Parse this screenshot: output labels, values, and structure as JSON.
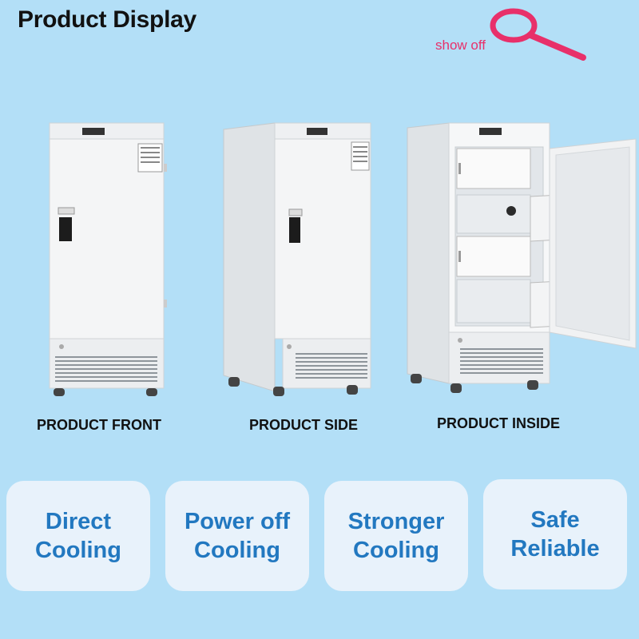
{
  "header": {
    "title": "Product Display",
    "badge_label": "show off",
    "badge_icon": "magnifier-icon",
    "badge_color": "#e8306a"
  },
  "products": [
    {
      "caption": "PRODUCT FRONT"
    },
    {
      "caption": "PRODUCT SIDE"
    },
    {
      "caption": "PRODUCT INSIDE"
    }
  ],
  "features": [
    {
      "label": "Direct\nCooling"
    },
    {
      "label": "Power off\nCooling"
    },
    {
      "label": "Stronger\nCooling"
    },
    {
      "label": "Safe\nReliable"
    }
  ],
  "colors": {
    "background": "#b3dff7",
    "feature_card": "#e8f2fb",
    "feature_text": "#2278c0"
  }
}
